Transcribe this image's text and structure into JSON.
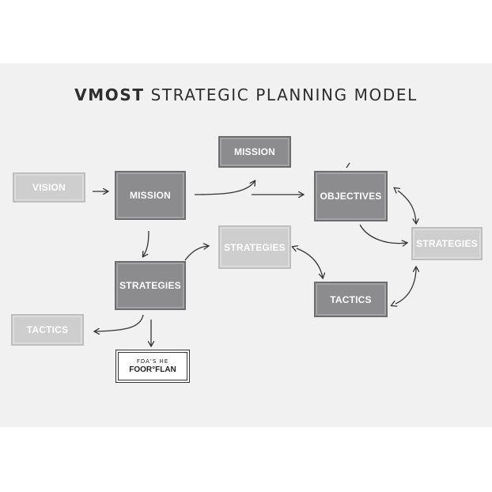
{
  "title": {
    "bold": "VMOST",
    "rest": "STRATEGIC PLANNING MODEL"
  },
  "nodes": {
    "vision": "VISION",
    "mission_main": "MISSION",
    "mission_top": "MISSION",
    "objectives": "OBJECTIVES",
    "strategies_left": "STRATEGIES",
    "strategies_center": "STRATEGIES",
    "strategies_right": "STRATEGIES",
    "tactics_left": "TACTICS",
    "tactics_right": "TACTICS",
    "plan_small": "FDA'S HE",
    "plan_big": "FOOR°FLAN"
  },
  "colors": {
    "background": "#f2f1f2",
    "dark_box": "#8c8b8d",
    "light_box": "#cfcecf",
    "arrow": "#333333"
  }
}
